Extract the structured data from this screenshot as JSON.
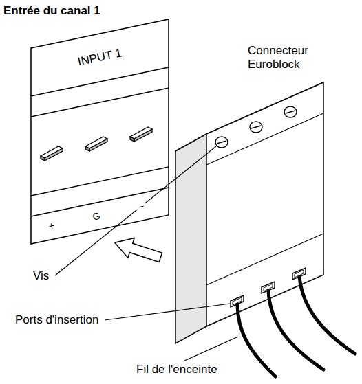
{
  "diagram": {
    "title": "Entrée du canal 1",
    "labels": [
      "INPUT 1",
      "+",
      "G",
      "−",
      "Connecteur Euroblock",
      "Vis",
      "Ports d'insertion",
      "Fil de l'enceinte"
    ]
  }
}
